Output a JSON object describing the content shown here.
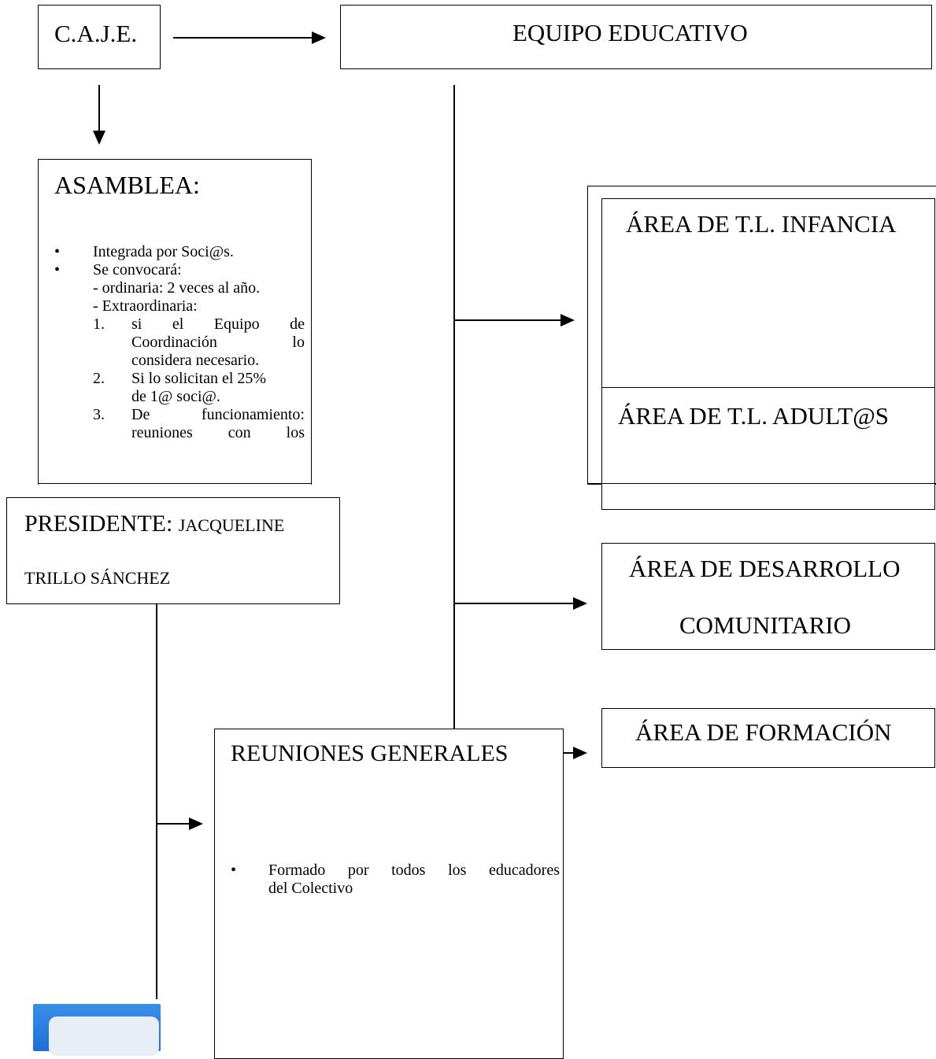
{
  "caje": {
    "label": "C.A.J.E."
  },
  "equipo": {
    "label": "EQUIPO EDUCATIVO"
  },
  "asamblea": {
    "title": "ASAMBLEA:",
    "bullets": [
      "Integrada por Soci@s.",
      "Se convocará:"
    ],
    "sublines": [
      "- ordinaria: 2 veces al año.",
      "- Extraordinaria:"
    ],
    "numbered": [
      {
        "num": "1.",
        "lines": [
          "si el Equipo de",
          "Coordinación lo",
          "considera necesario."
        ]
      },
      {
        "num": "2.",
        "lines": [
          "Si lo solicitan el 25%",
          "de 1@ soci@."
        ]
      },
      {
        "num": "3.",
        "lines": [
          "De funcionamiento:",
          "reuniones con los"
        ]
      }
    ]
  },
  "presidente": {
    "label": "PRESIDENTE:",
    "name_line1": "JACQUELINE",
    "name_line2": "TRILLO SÁNCHEZ"
  },
  "areas": {
    "infancia": "ÁREA DE T.L. INFANCIA",
    "adultos": "ÁREA DE T.L. ADULT@S",
    "desarrollo_line1": "ÁREA DE DESARROLLO",
    "desarrollo_line2": "COMUNITARIO",
    "formacion": "ÁREA DE FORMACIÓN"
  },
  "reuniones": {
    "title": "REUNIONES GENERALES",
    "bullet_line1": "Formado por todos los educadores",
    "bullet_line2": "del Colectivo"
  }
}
